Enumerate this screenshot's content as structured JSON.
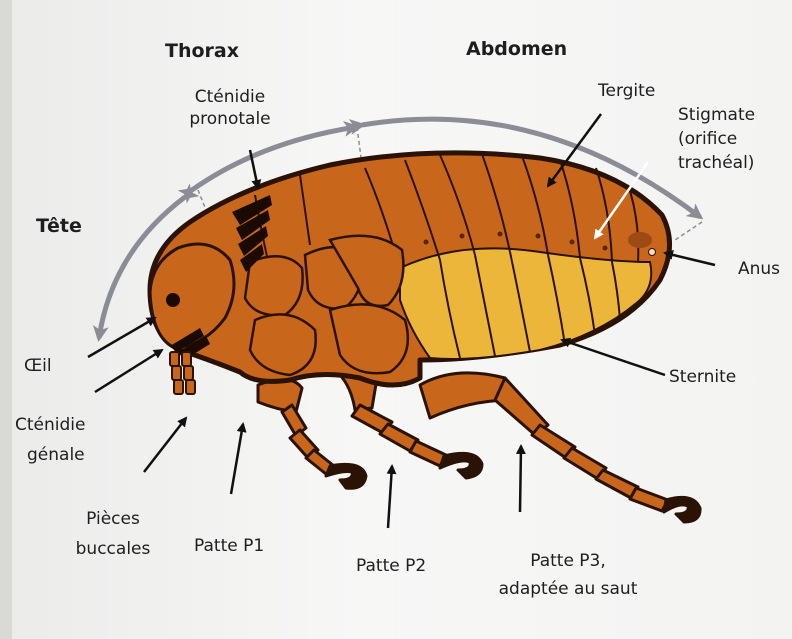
{
  "labels": {
    "thorax": "Thorax",
    "abdomen": "Abdomen",
    "tete": "Tête",
    "ctenidie_pronotale_1": "Cténidie",
    "ctenidie_pronotale_2": "pronotale",
    "tergite": "Tergite",
    "stigmate_1": "Stigmate",
    "stigmate_2": "(orifice",
    "stigmate_3": "trachéal)",
    "anus": "Anus",
    "sternite": "Sternite",
    "oeil": "Œil",
    "ctenidie_genale_1": "Cténidie",
    "ctenidie_genale_2": "génale",
    "pieces_buccales_1": "Pièces",
    "pieces_buccales_2": "buccales",
    "patte_p1": "Patte P1",
    "patte_p2": "Patte P2",
    "patte_p3_1": "Patte P3,",
    "patte_p3_2": "adaptée au saut"
  },
  "colors": {
    "body_orange": "#c8661c",
    "sternite_yellow": "#ecb63a",
    "outline": "#2a1205",
    "arc_gray": "#8a8d96"
  }
}
